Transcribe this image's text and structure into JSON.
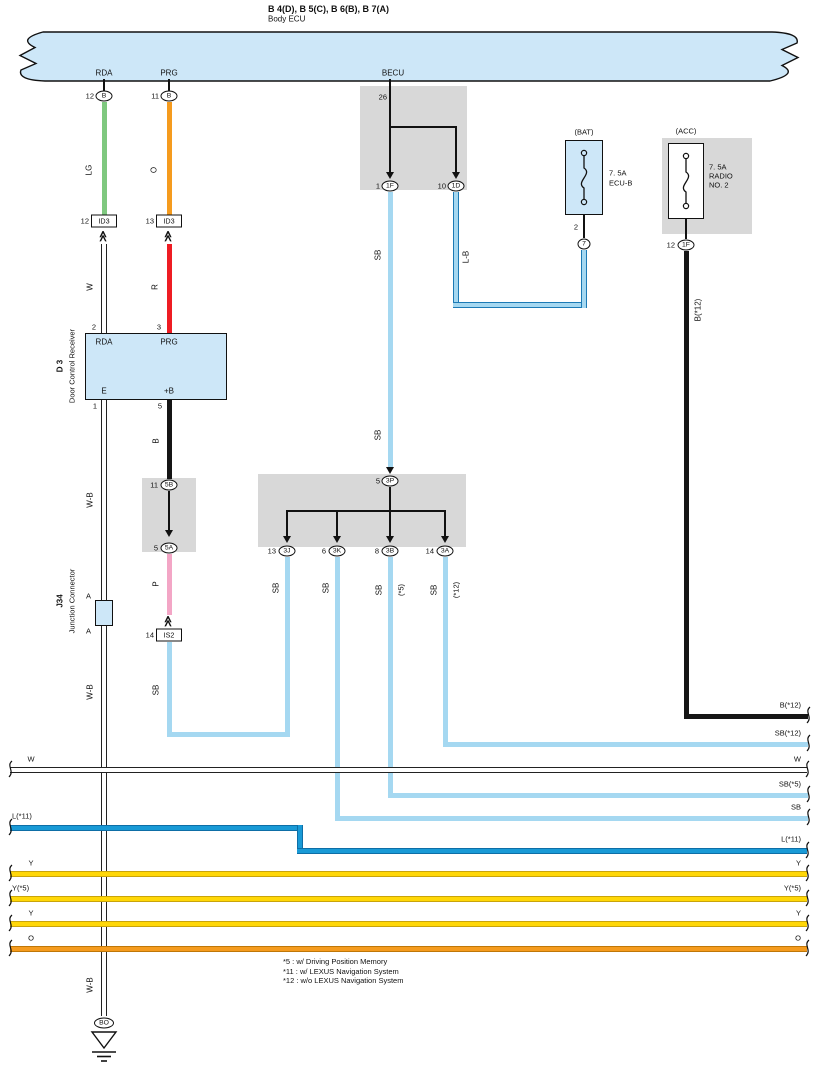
{
  "colors": {
    "panel": "#cde7f8",
    "shade": "#d8d8d8",
    "lg": "#7fc87f",
    "o": "#f59b1e",
    "r": "#ee1c23",
    "b": "#151515",
    "p": "#f3a6c6",
    "sb": "#a5d8f1",
    "l": "#199ad6",
    "y": "#ffd707"
  },
  "icons": {
    "shield_chevron": "≫"
  },
  "header": {
    "codes": "B 4(D), B 5(C), B 6(B), B 7(A)",
    "name": "Body ECU"
  },
  "banner": {
    "rda": "RDA",
    "prg": "PRG",
    "becu": "BECU"
  },
  "pins": {
    "rda": "12",
    "rdaConn": "B",
    "prg": "11",
    "prgConn": "B",
    "becu": "26"
  },
  "becu": {
    "pin1": "1",
    "conn1": "1F",
    "pin2": "10",
    "conn2": "1D"
  },
  "wire": {
    "lg": "LG",
    "o": "O",
    "w": "W",
    "r": "R",
    "b": "B",
    "p": "P",
    "sb": "SB",
    "wb": "W-B",
    "lb": "L-B",
    "b12": "B(*12)"
  },
  "id3": {
    "pinA": "12",
    "pinB": "13",
    "label": "ID3"
  },
  "is2": {
    "pin": "14",
    "label": "IS2"
  },
  "dcr": {
    "code": "D 3",
    "name": "Door Control Receiver",
    "pinRda": "2",
    "pinPrg": "3",
    "rda": "RDA",
    "prg": "PRG",
    "e": "E",
    "plusB": "+B",
    "pinE": "1",
    "pinPlusB": "5"
  },
  "j34": {
    "code": "J34",
    "name": "Junction Connector",
    "a": "A"
  },
  "c5": {
    "pinTop": "11",
    "top": "5B",
    "pinBot": "5",
    "bot": "5A"
  },
  "c3": {
    "pinTop": "5",
    "top": "3P",
    "p1": "13",
    "c1": "3J",
    "p2": "6",
    "c2": "3K",
    "p3": "8",
    "c3": "3B",
    "p4": "14",
    "c4": "3A",
    "star5": "(*5)",
    "star12": "(*12)"
  },
  "bat": {
    "title": "(BAT)",
    "amp": "7. 5A",
    "name": "ECU-B",
    "pin": "2",
    "conn": "7"
  },
  "acc": {
    "title": "(ACC)",
    "amp": "7. 5A",
    "name1": "RADIO",
    "name2": "NO. 2",
    "pin": "12",
    "conn": "1F"
  },
  "bus": {
    "b12": "B(*12)",
    "sb12": "SB(*12)",
    "w": "W",
    "sb5": "SB(*5)",
    "sb": "SB",
    "l11": "L(*11)",
    "y": "Y",
    "y5": "Y(*5)",
    "o": "O"
  },
  "notes": [
    "*5 : w/ Driving Position Memory",
    "*11 : w/ LEXUS Navigation System",
    "*12 : w/o LEXUS Navigation System"
  ],
  "ground": {
    "conn": "BO"
  }
}
